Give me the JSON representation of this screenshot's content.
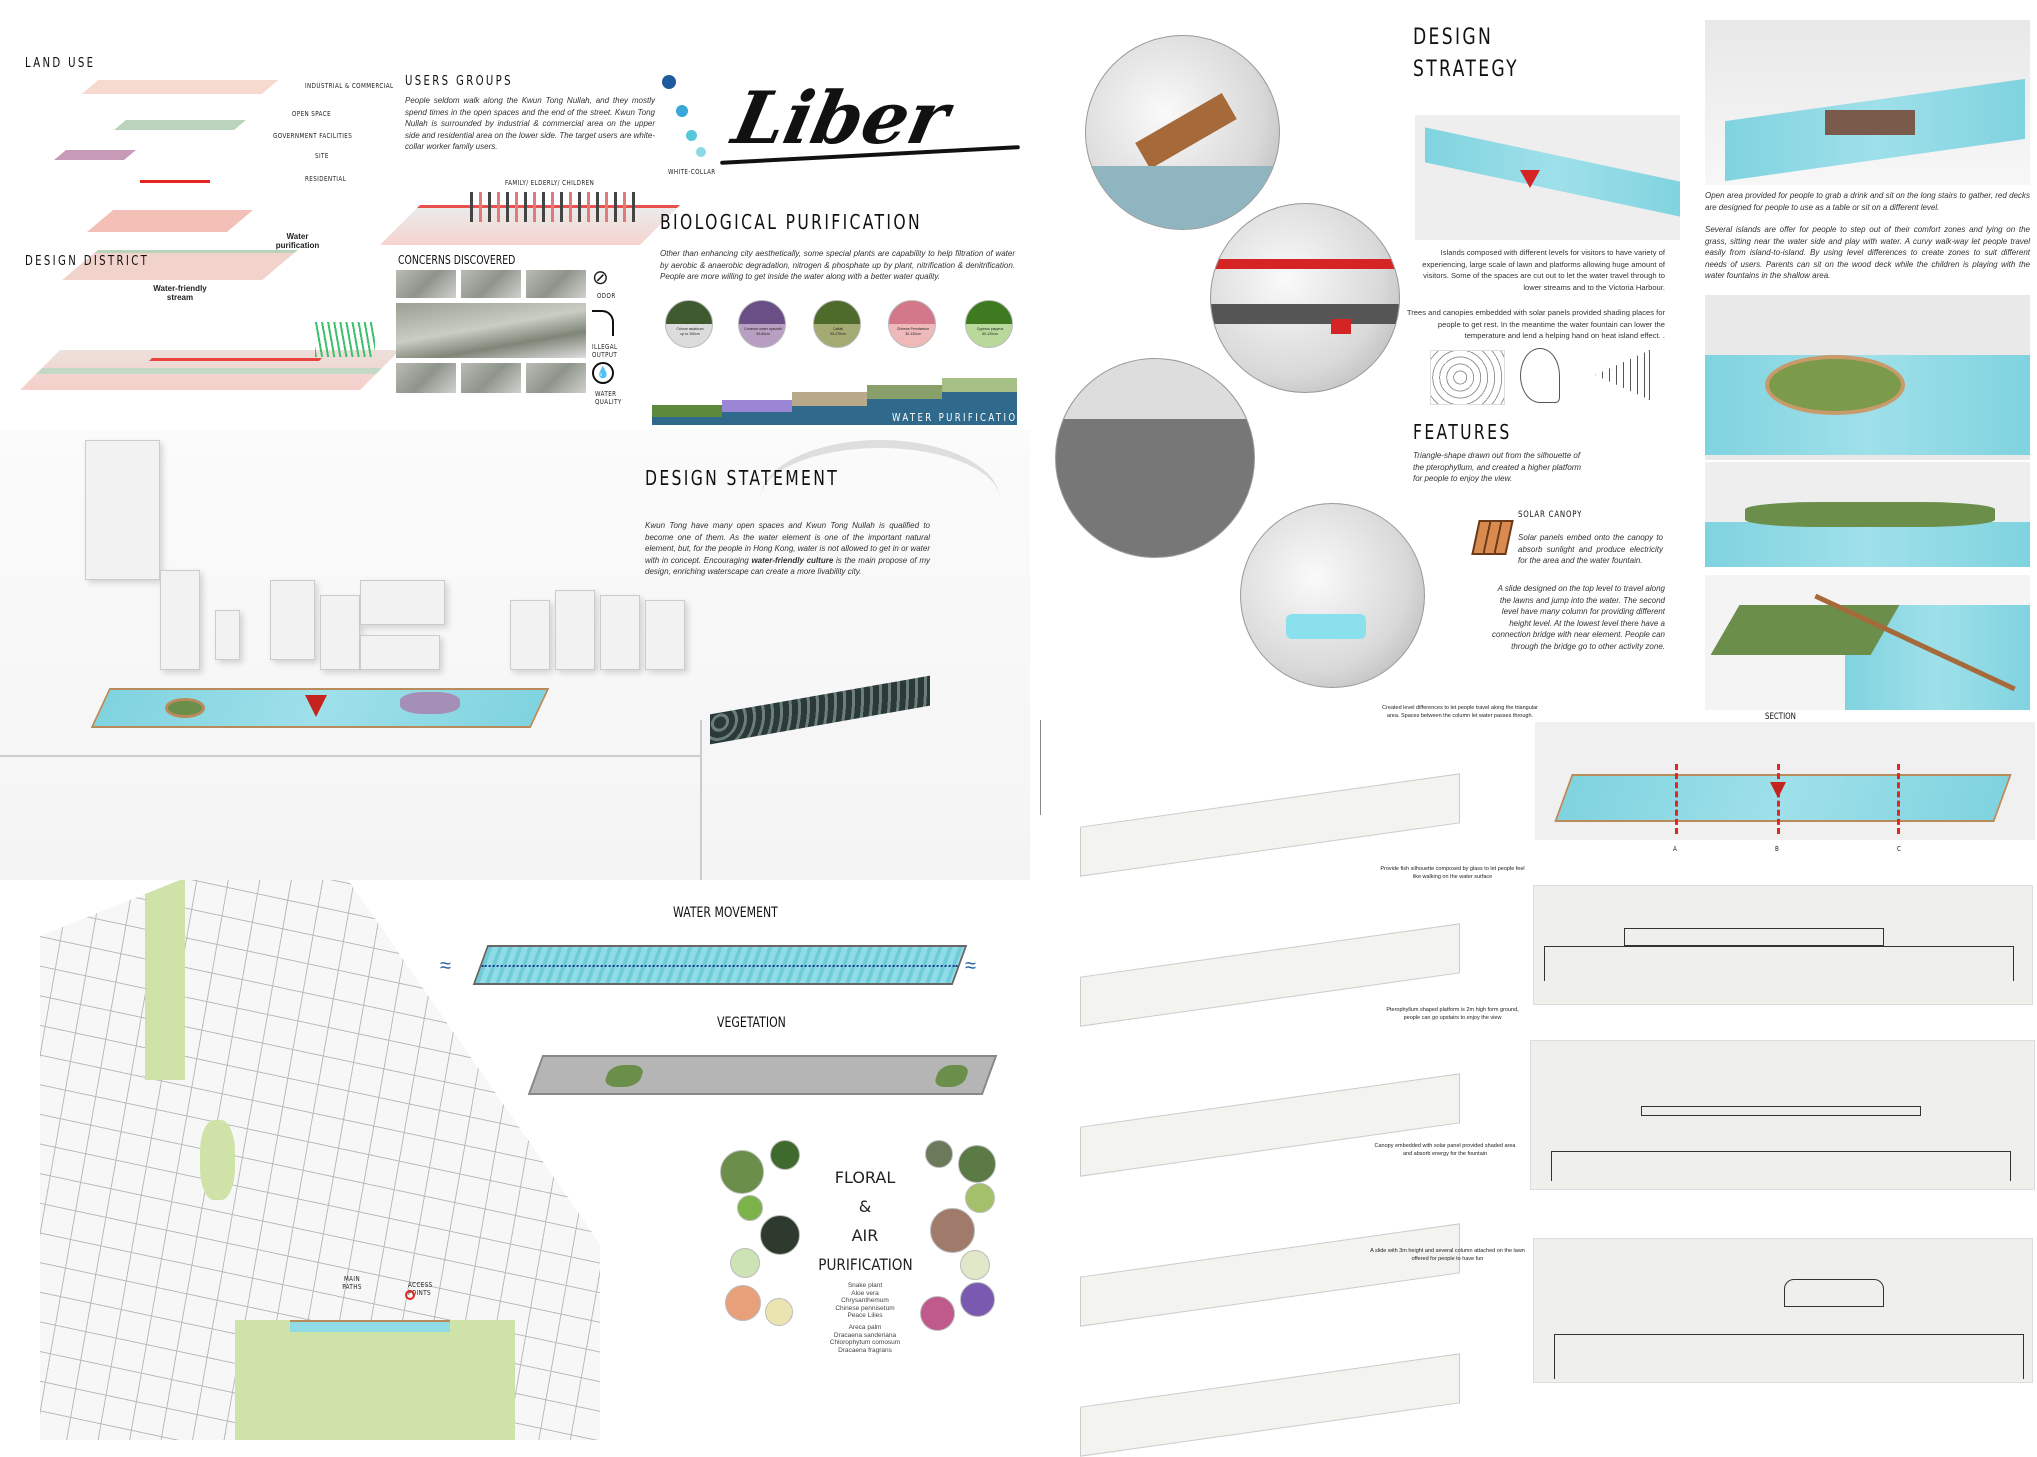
{
  "land_use": {
    "title": "LAND USE",
    "legend": [
      "INDUSTRIAL & COMMERCIAL",
      "OPEN SPACE",
      "GOVERNMENT FACILITIES",
      "SITE",
      "RESIDENTIAL"
    ]
  },
  "users_groups": {
    "title": "USERS GROUPS",
    "text": "People seldom walk along the Kwun Tong Nullah, and they mostly spend times in the open spaces and the end of the street. Kwun Tong Nullah is surrounded by industrial & commercial area on the upper side and residential area on the lower side. The target users are white-collar worker family users.",
    "label_family": "FAMILY/ ELDERLY/ CHILDREN",
    "label_white_collar": "WHITE-COLLAR"
  },
  "logo": "Liber",
  "biological": {
    "title": "BIOLOGICAL PURIFICATION",
    "text": "Other than enhancing city aesthetically, some special plants are capability to help filtration of water by aerobic & anaerobic degradation, nitrogen & phosphate up by plant, nitrification & denitrification. People are more willing to get inside the water along with a better water quality.",
    "plants": [
      {
        "name": "Crinum asiaticum",
        "size": "up to 100cm",
        "color": "#dcdcdc"
      },
      {
        "name": "Common water hyacinth",
        "size": "30-60cm",
        "color": "#b89ec0"
      },
      {
        "name": "Cattail",
        "size": "90-270cm",
        "color": "#a3ab72"
      },
      {
        "name": "Chinese Pennisetum",
        "size": "30-120cm",
        "color": "#efb9b9"
      },
      {
        "name": "Cyperus papyrus",
        "size": "60-120cm",
        "color": "#b8d99a"
      }
    ],
    "banner": "WATER PURIFICATION"
  },
  "design_district": {
    "title": "DESIGN DISTRICT",
    "label_stream": "Water-friendly stream",
    "label_purification": "Water purification"
  },
  "concerns": {
    "title": "CONCERNS DISCOVERED",
    "icons": [
      "ODOR",
      "ILLEGAL OUTPUT",
      "WATER QUALITY"
    ]
  },
  "statement": {
    "title": "DESIGN STATEMENT",
    "text_before": "Kwun Tong have many open spaces and Kwun Tong Nullah is qualified to become one of them. As the water element is one of the important natural element, but, for the people in Hong Kong, water is not allowed to get in or water with in concept. Encouraging ",
    "text_bold": "water-friendly culture",
    "text_after": " is the main propose of my design, enriching waterscape can create a more livability city."
  },
  "map": {
    "main_paths": "MAIN PATHS",
    "access_points": "ACCESS POINTS"
  },
  "water_movement": {
    "title": "WATER MOVEMENT"
  },
  "vegetation": {
    "title": "VEGETATION"
  },
  "floral": {
    "title_lines": [
      "FLORAL",
      "&",
      "AIR",
      "PURIFICATION"
    ],
    "plants_a": [
      "Snake plant",
      "Aloe vera",
      "Chrysanthemum",
      "Chinese pennisetum",
      "Peace Lilies"
    ],
    "plants_b": [
      "Areca palm",
      "Dracaena sanderiana",
      "Chlorophytum comosum",
      "Dracaena fragrans"
    ]
  },
  "strategy": {
    "title_lines": [
      "DESIGN",
      "STRATEGY"
    ],
    "text1": "Islands composed with different levels for visitors to have variety of experiencing, large scale of lawn and platforms allowing huge amount of visitors. Some of the spaces are cut out to let the water travel through to lower streams and to the Victoria Harbour.",
    "text2": "Trees and canopies embedded with solar panels provided shading places for people to get rest. In the meantime the water fountain can lower the temperature and lend a helping hand on heat island effect. ."
  },
  "features": {
    "title": "FEATURES",
    "text": "Triangle-shape drawn out from the silhouette of the pterophyllum, and created a higher platform for people to enjoy the view.",
    "solar_title": "SOLAR CANOPY",
    "solar_text": "Solar panels embed onto the canopy to absorb sunlight and produce electricity for the area and the water fountain.",
    "slide_text": "A slide designed on the top level to travel along the lawns and jump into the water. The second level have many column for providing different height level. At the lowest level there have a connection bridge with near element. People can through the bridge go to other activity zone."
  },
  "right_column": {
    "text1": "Open area provided for people to grab a drink and sit on the long stairs to gather, red decks are designed for people to use as a table or sit on a different level.",
    "text2": "Several islands are offer for people to step out of their comfort zones and lying on the grass, sitting near the water side and play with water. A curvy walk-way let people travel easily from island-to-island. By using level differences to create zones to suit different needs of users. Parents can sit on the wood deck while the children is playing with the water fountains in the shallow area."
  },
  "axon_notes": [
    "Created level differences to let people travel along the triangular area. Spaces between the column let water passes through.",
    "Provide fish silhouette composed by glass to let people feel like walking on the water surface",
    "Pterophyllum shaped platform is 2m high form ground, people can go upstairs to enjoy the view",
    "Canopy embedded with solar panel provided shaded area and absorb energy for the fountain",
    "A slide with 3m height and several column attached on the lawn offered for people to have fun"
  ],
  "section": {
    "title": "SECTION",
    "markers": [
      "A",
      "B",
      "C"
    ]
  },
  "colors": {
    "water": "#8fdbe6",
    "site_red": "#e52521",
    "lawn": "#6b8f4a",
    "wood": "#b98a5a"
  }
}
